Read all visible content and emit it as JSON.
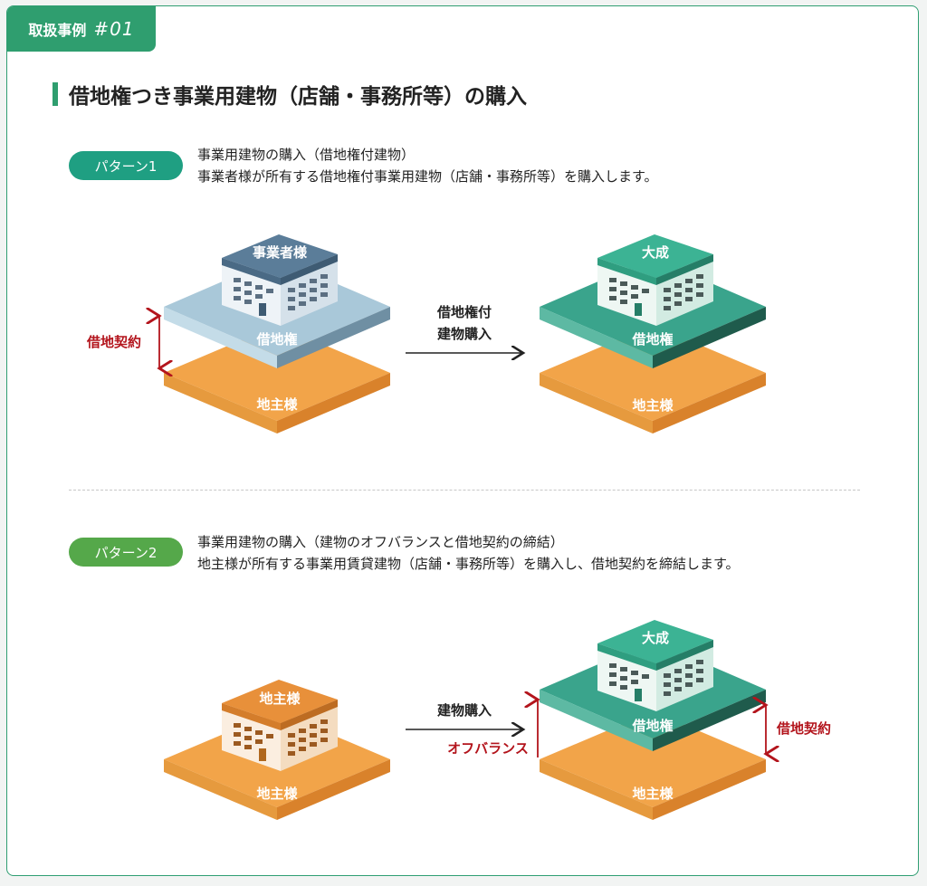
{
  "tag": {
    "label": "取扱事例",
    "number": "#01"
  },
  "title": "借地権つき事業用建物（店舗・事務所等）の購入",
  "patterns": [
    {
      "badge": "パターン1",
      "line1": "事業用建物の購入（借地権付建物）",
      "line2": "事業者様が所有する借地権付事業用建物（店舗・事務所等）を購入します。",
      "left_building": "事業者様",
      "left_layer": "借地権",
      "left_base": "地主様",
      "left_contract": "借地契約",
      "arrow_line1": "借地権付",
      "arrow_line2": "建物購入",
      "right_building": "大成",
      "right_layer": "借地権",
      "right_base": "地主様"
    },
    {
      "badge": "パターン2",
      "line1": "事業用建物の購入（建物のオフバランスと借地契約の締結）",
      "line2": "地主様が所有する事業用賃貸建物（店舗・事務所等）を購入し、借地契約を締結します。",
      "left_building": "地主様",
      "left_base": "地主様",
      "arrow_label": "建物購入",
      "offbalance": "オフバランス",
      "right_building": "大成",
      "right_layer": "借地権",
      "right_base": "地主様",
      "right_contract": "借地契約"
    }
  ],
  "colors": {
    "accent": "#2f9e6f",
    "orange": "#f2a449",
    "blue_layer": "#a9c8d9",
    "teal_layer": "#3aa48c",
    "red_label": "#b3141c"
  }
}
